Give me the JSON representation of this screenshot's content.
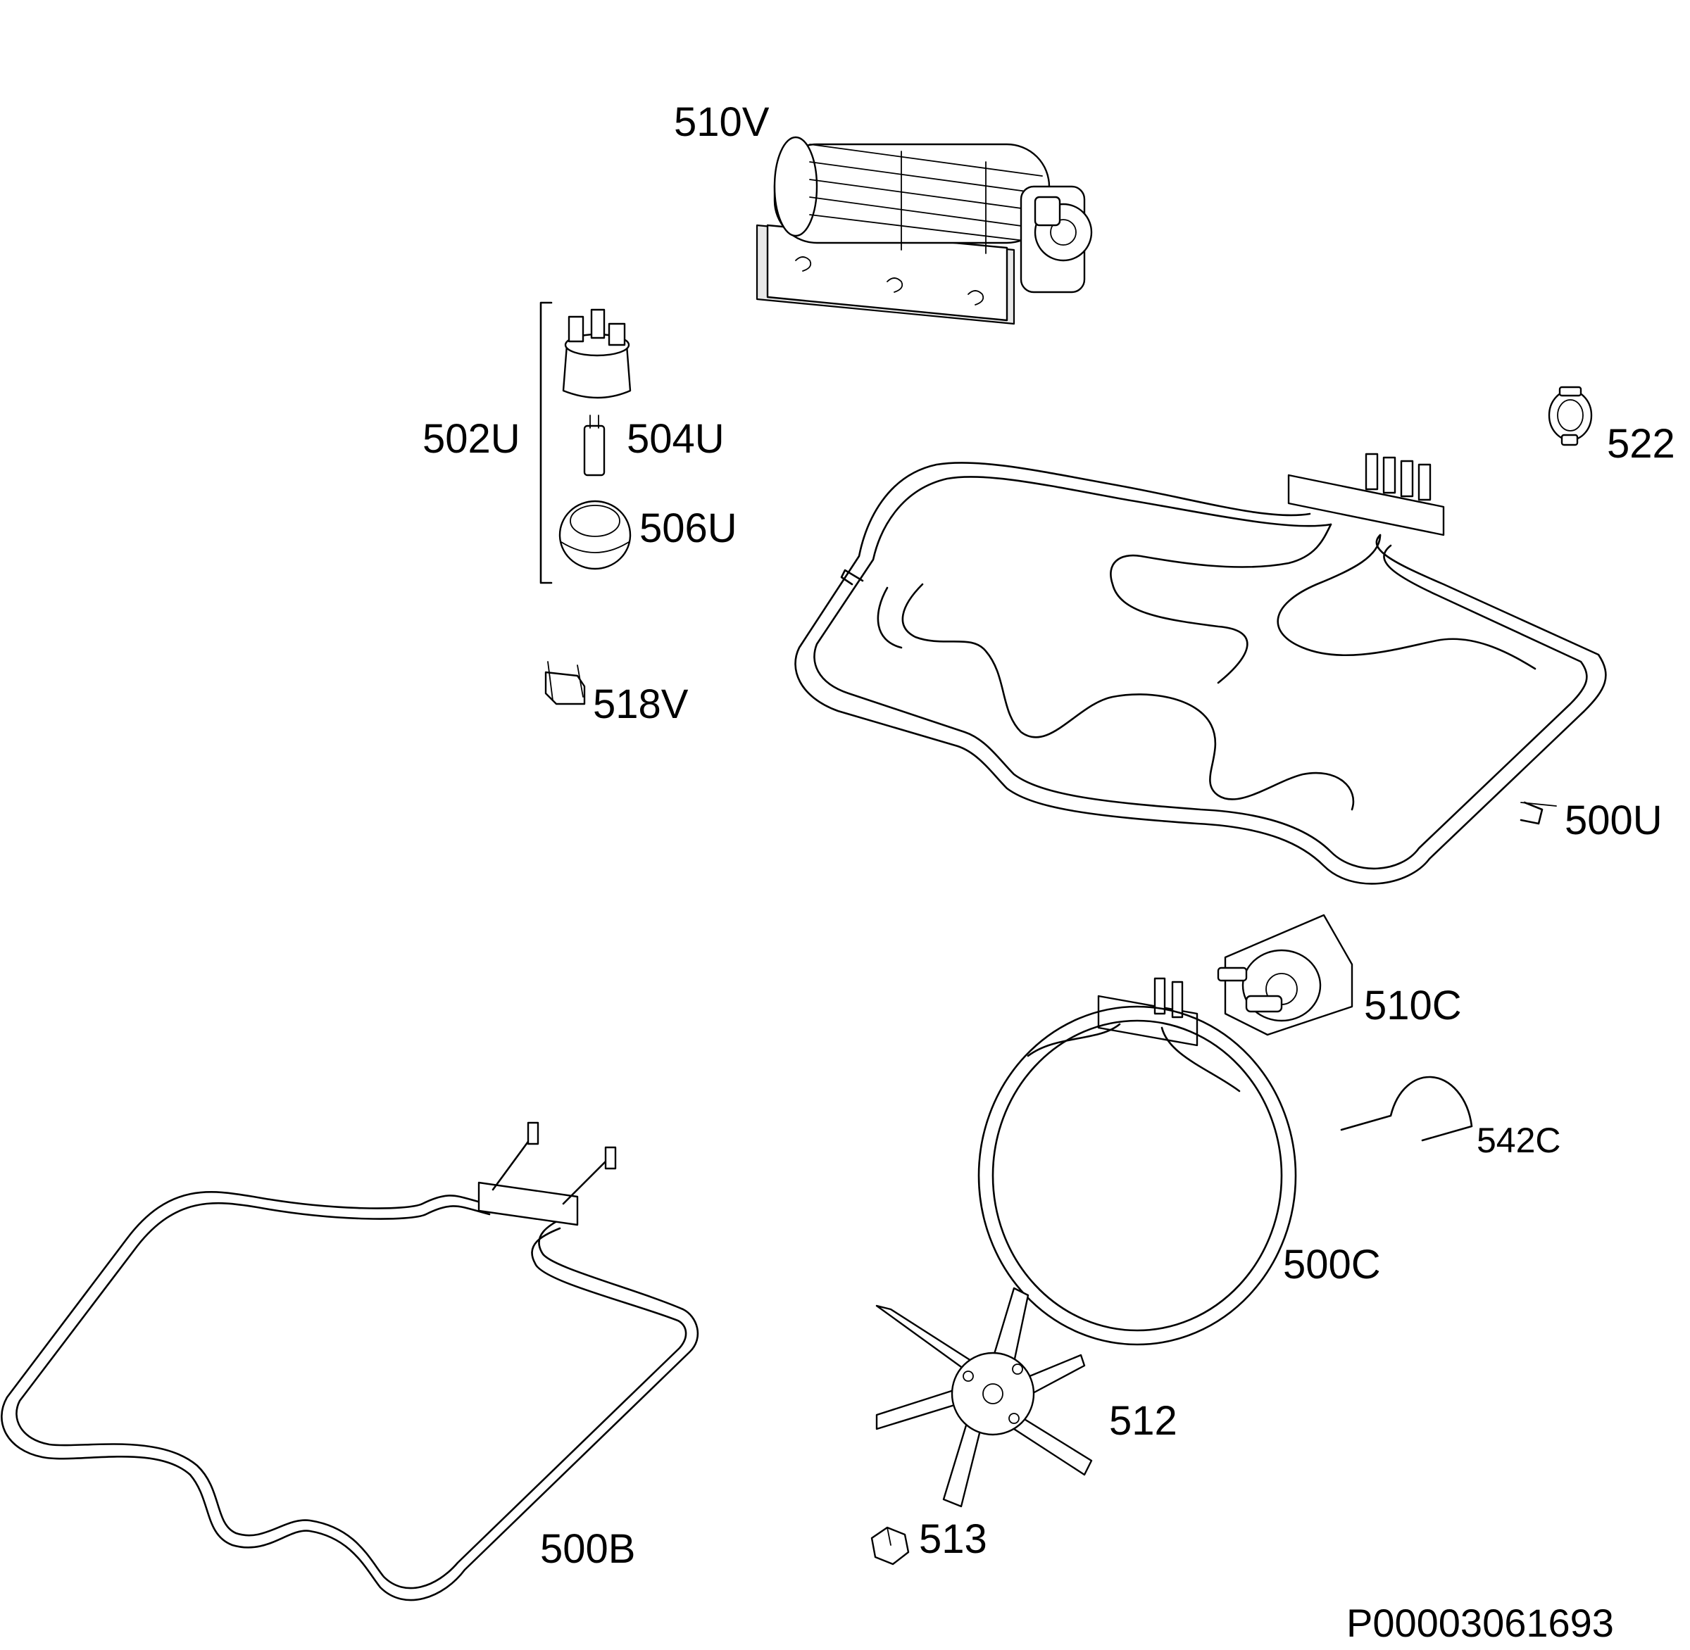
{
  "labels": {
    "p510V": "510V",
    "p502U": "502U",
    "p504U": "504U",
    "p506U": "506U",
    "p518V": "518V",
    "p522": "522",
    "p500U": "500U",
    "p510C": "510C",
    "p542C": "542C",
    "p500C": "500C",
    "p512": "512",
    "p513": "513",
    "p500B": "500B"
  },
  "document_code": "P00003061693"
}
